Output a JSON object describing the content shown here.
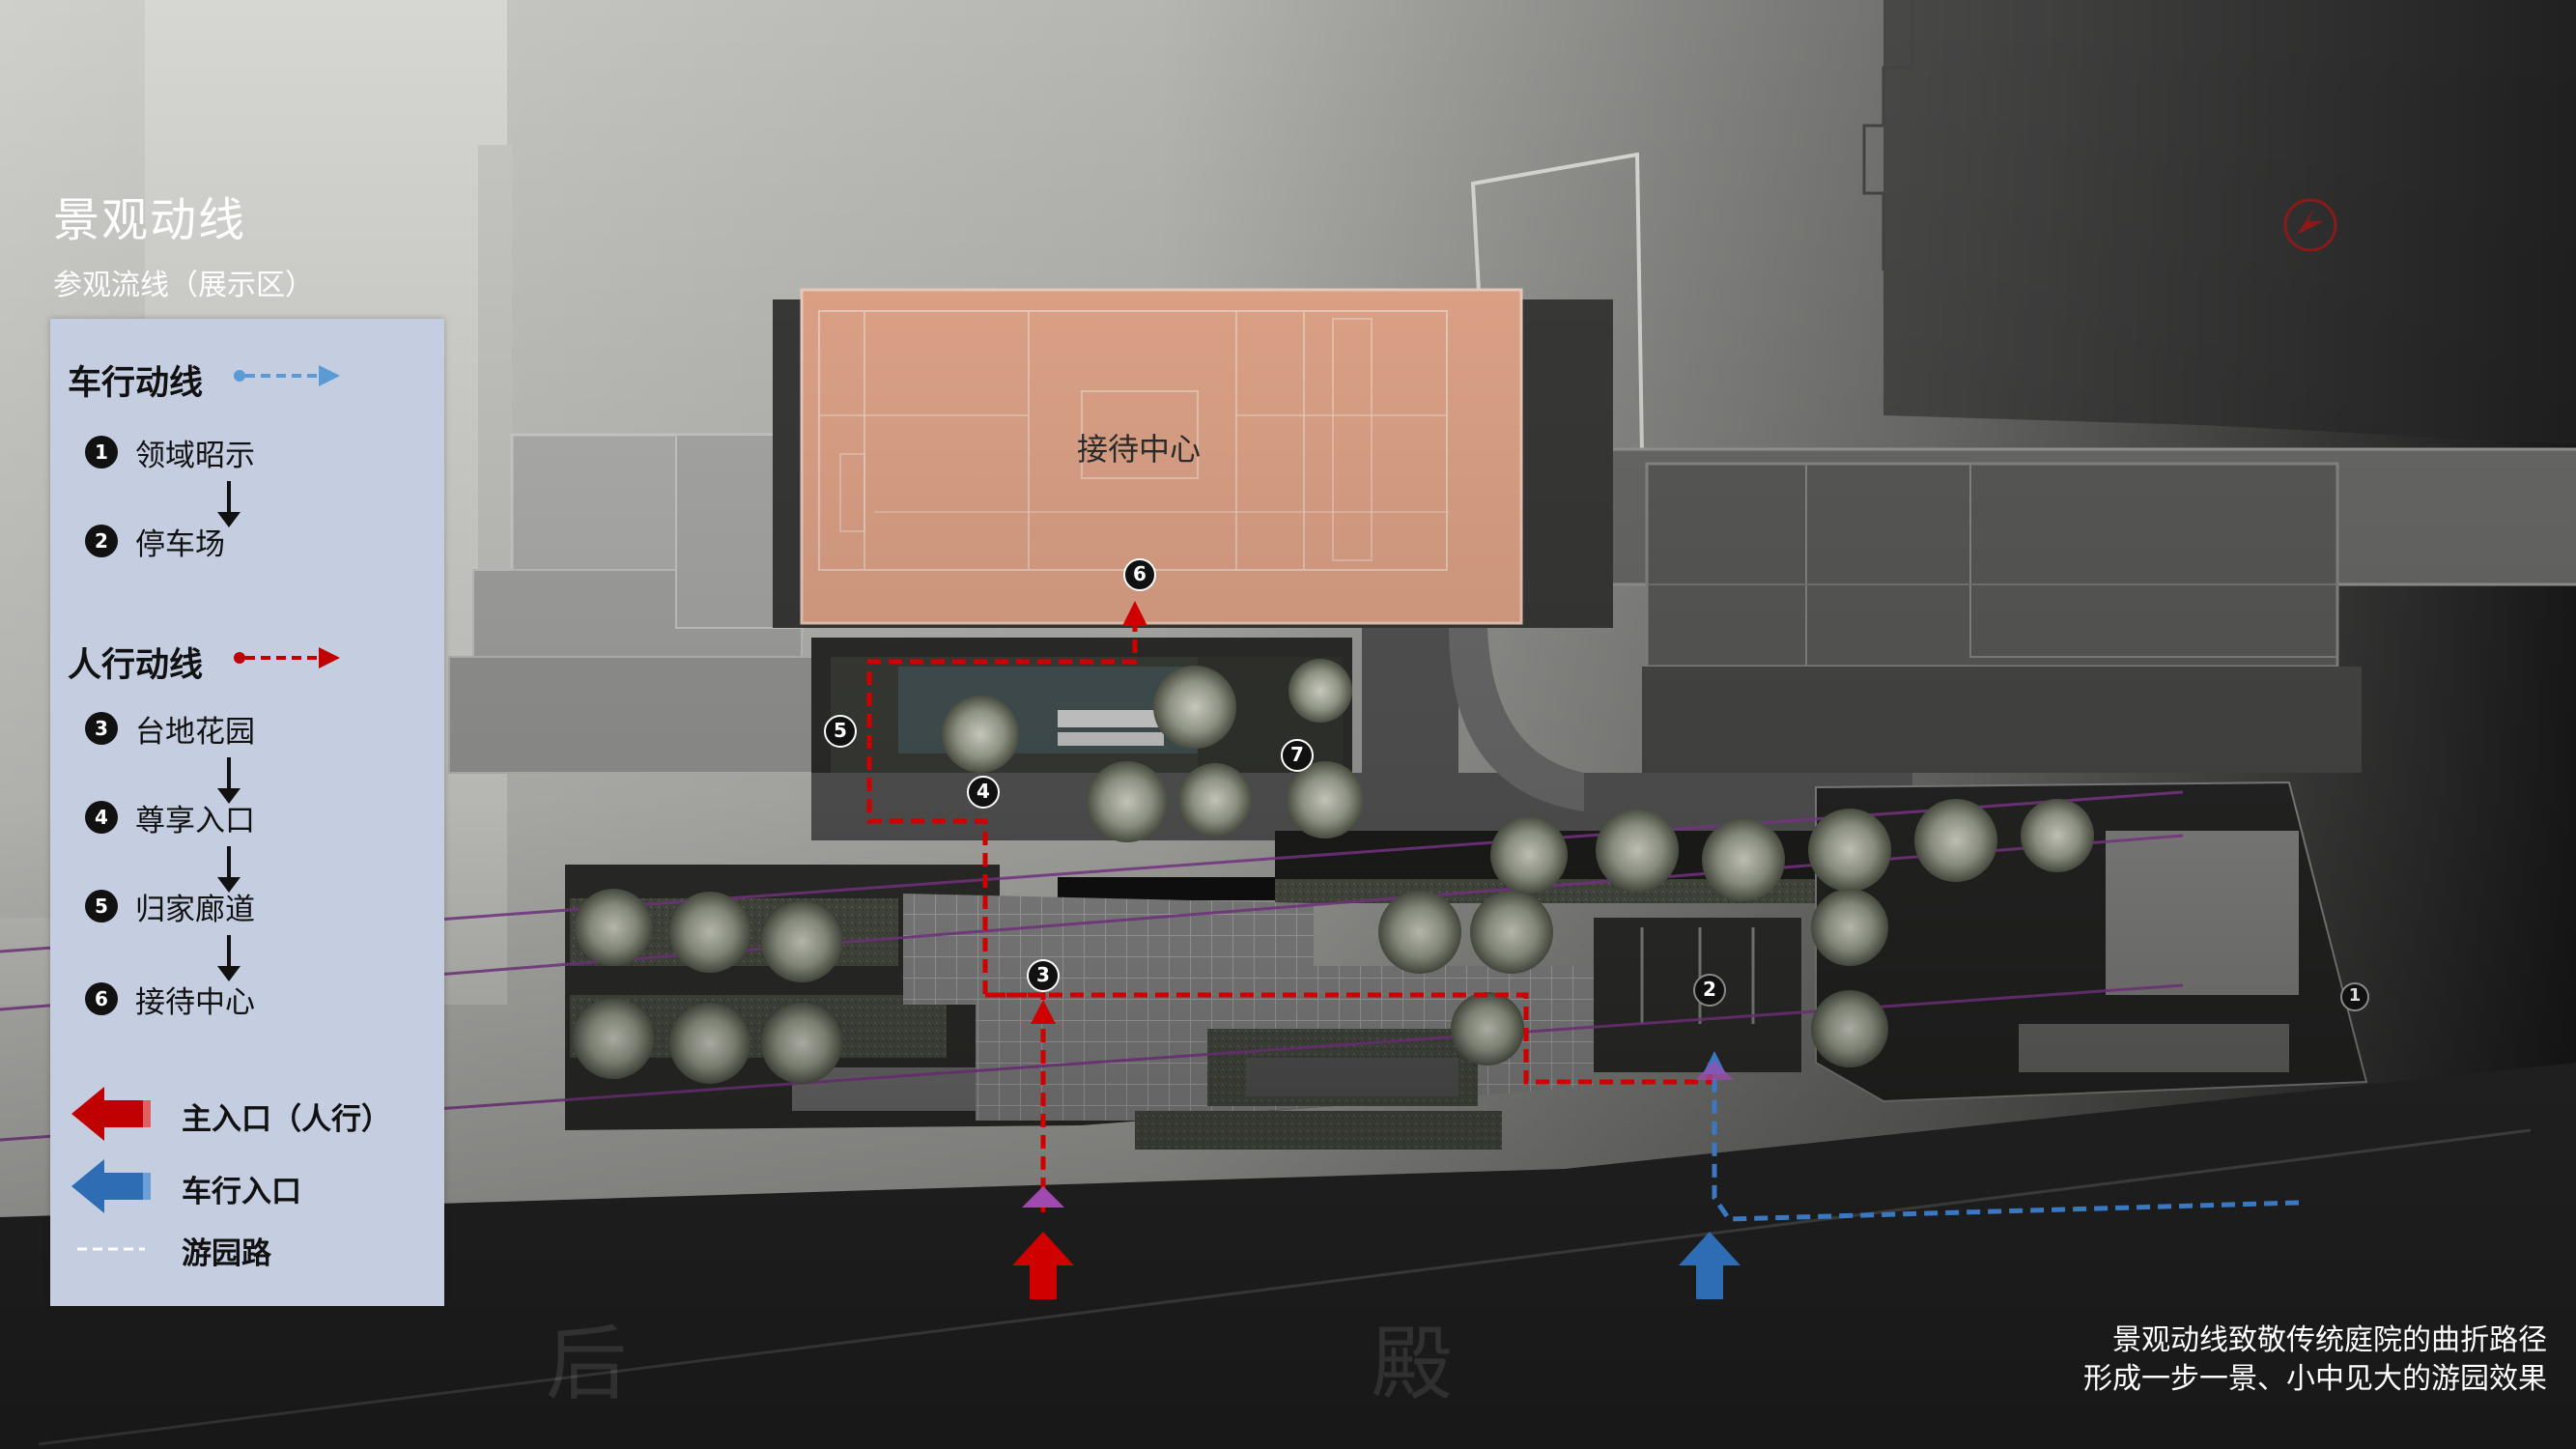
{
  "heading": {
    "title": "景观动线",
    "subtitle": "参观流线（展示区）"
  },
  "legend": {
    "vehicle_route": {
      "title": "车行动线",
      "color": "#5b9bd5",
      "steps": [
        {
          "num": "1",
          "label": "领域昭示"
        },
        {
          "num": "2",
          "label": "停车场"
        }
      ]
    },
    "pedestrian_route": {
      "title": "人行动线",
      "color": "#c00000",
      "steps": [
        {
          "num": "3",
          "label": "台地花园"
        },
        {
          "num": "4",
          "label": "尊享入口"
        },
        {
          "num": "5",
          "label": "归家廊道"
        },
        {
          "num": "6",
          "label": "接待中心"
        }
      ]
    },
    "keys": {
      "main_entrance": "主入口（人行）",
      "vehicle_entrance": "车行入口",
      "garden_path": "游园路"
    }
  },
  "plan": {
    "reception_label": "接待中心",
    "markers": [
      "1",
      "2",
      "3",
      "4",
      "5",
      "6",
      "7"
    ],
    "watermark_left": "后",
    "watermark_right": "殿"
  },
  "caption": {
    "line1": "景观动线致敬传统庭院的曲折路径",
    "line2": "形成一步一景、小中见大的游园效果"
  },
  "colors": {
    "pedestrian": "#c00000",
    "vehicle": "#2e6db4",
    "reception_fill": "#e8a98a",
    "legend_bg": "#c4cee0"
  },
  "icons": {
    "north": "north-arrow-icon",
    "main_entrance": "red-arrow-left-icon",
    "vehicle_entrance": "blue-arrow-left-icon"
  }
}
